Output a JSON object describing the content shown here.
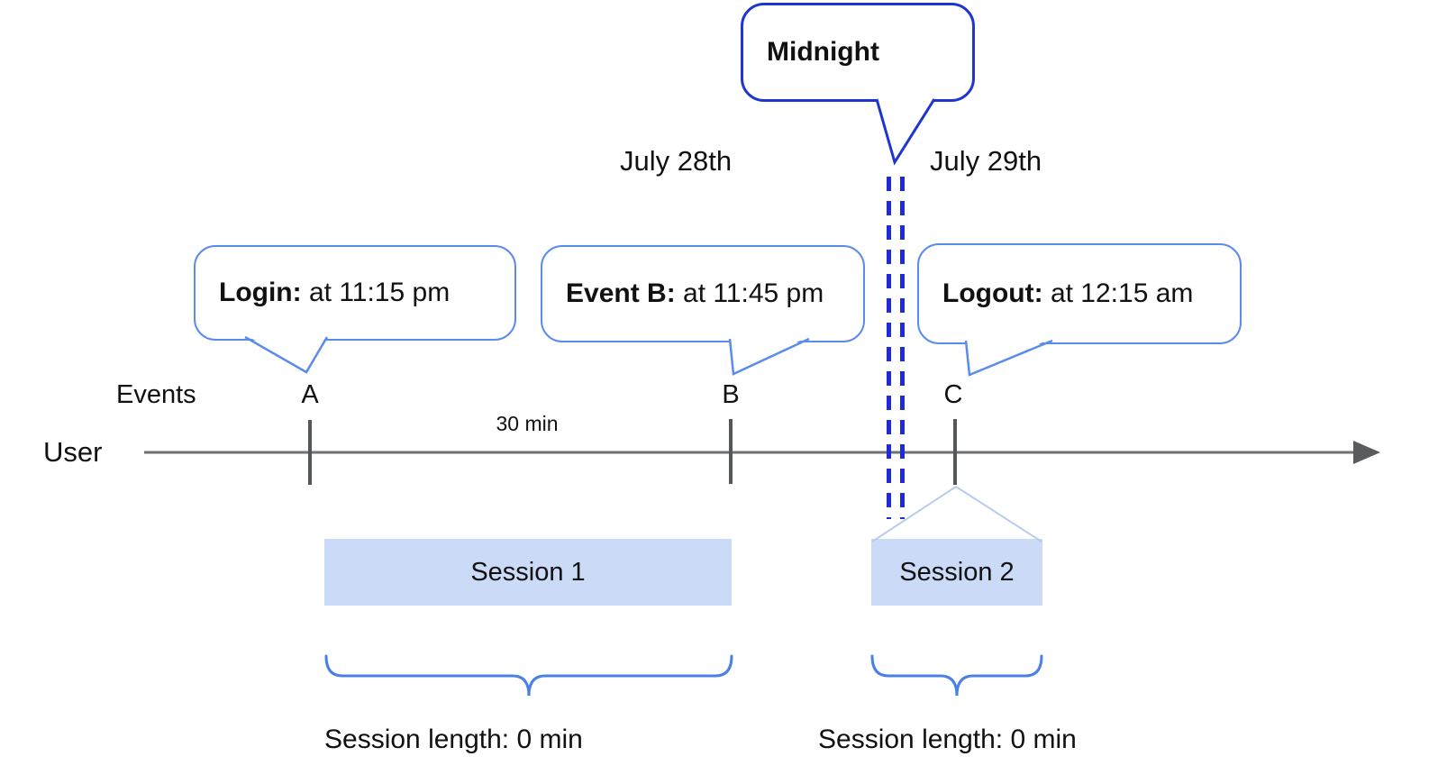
{
  "midnight": {
    "label": "Midnight"
  },
  "dates": {
    "left": "July 28th",
    "right": "July 29th"
  },
  "axis": {
    "events_label": "Events",
    "user_label": "User",
    "interval_label": "30 min",
    "markers": [
      "A",
      "B",
      "C"
    ]
  },
  "bubbles": [
    {
      "title": "Login:",
      "detail": " at 11:15 pm"
    },
    {
      "title": "Event B:",
      "detail": " at 11:45 pm"
    },
    {
      "title": "Logout:",
      "detail": " at 12:15 am"
    }
  ],
  "sessions": [
    {
      "label": "Session 1",
      "length": "Session length: 0 min"
    },
    {
      "label": "Session 2",
      "length": "Session length: 0 min"
    }
  ],
  "colors": {
    "midnight_bubble_border": "#1f35d0",
    "event_bubble_border": "#5b8ceb",
    "midnight_dashes": "#1f2ad9",
    "session_fill": "#cbdaf6",
    "session_connector": "#b8ccf0",
    "brace": "#4a7fe6",
    "timeline": "#6e7072",
    "tick": "#54575a",
    "text": "#111111"
  }
}
